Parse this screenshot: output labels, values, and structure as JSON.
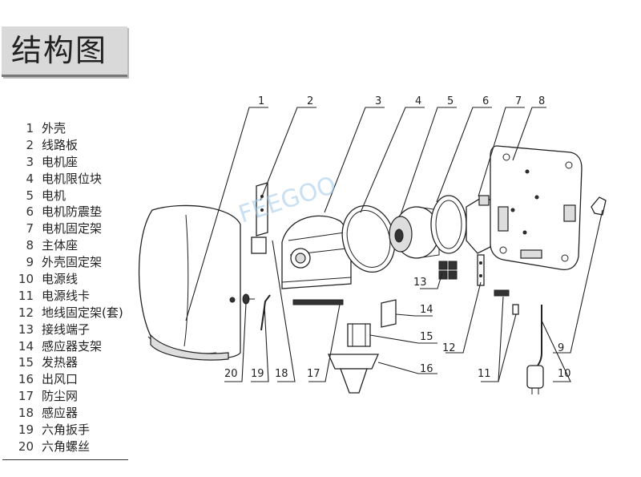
{
  "title": "结构图",
  "watermark": "FEEGOO",
  "parts": [
    {
      "num": "1",
      "name": "外壳"
    },
    {
      "num": "2",
      "name": "线路板"
    },
    {
      "num": "3",
      "name": "电机座"
    },
    {
      "num": "4",
      "name": "电机限位块"
    },
    {
      "num": "5",
      "name": "电机"
    },
    {
      "num": "6",
      "name": "电机防震垫"
    },
    {
      "num": "7",
      "name": "电机固定架"
    },
    {
      "num": "8",
      "name": "主体座"
    },
    {
      "num": "9",
      "name": "外壳固定架"
    },
    {
      "num": "10",
      "name": "电源线"
    },
    {
      "num": "11",
      "name": "电源线卡"
    },
    {
      "num": "12",
      "name": "地线固定架(套)"
    },
    {
      "num": "13",
      "name": "接线端子"
    },
    {
      "num": "14",
      "name": "感应器支架"
    },
    {
      "num": "15",
      "name": "发热器"
    },
    {
      "num": "16",
      "name": "出风口"
    },
    {
      "num": "17",
      "name": "防尘网"
    },
    {
      "num": "18",
      "name": "感应器"
    },
    {
      "num": "19",
      "name": "六角扳手"
    },
    {
      "num": "20",
      "name": "六角螺丝"
    }
  ]
}
